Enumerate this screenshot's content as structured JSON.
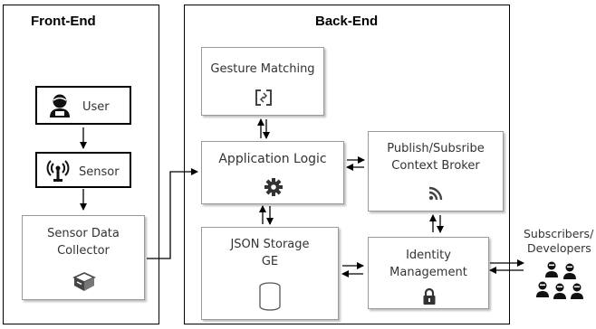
{
  "frontend": {
    "title": "Front-End"
  },
  "backend": {
    "title": "Back-End"
  },
  "nodes": {
    "user": "User",
    "sensor": "Sensor",
    "sensor_data_collector": [
      "Sensor Data",
      "Collector"
    ],
    "gesture_matching": "Gesture Matching",
    "application_logic": "Application Logic",
    "json_storage": [
      "JSON Storage",
      "GE"
    ],
    "publish_subscribe": [
      "Publish/Subsribe",
      "Context Broker"
    ],
    "identity_management": [
      "Identity",
      "Management"
    ],
    "subscribers": [
      "Subscribers/",
      "Developers"
    ]
  },
  "icons": {
    "user": "user-icon",
    "sensor": "antenna-icon",
    "sensor_data_collector": "cube-icon",
    "gesture_matching": "refresh-icon",
    "application_logic": "gear-icon",
    "json_storage": "database-icon",
    "publish_subscribe": "rss-icon",
    "identity_management": "lock-icon",
    "subscribers": "users-group-icon"
  }
}
